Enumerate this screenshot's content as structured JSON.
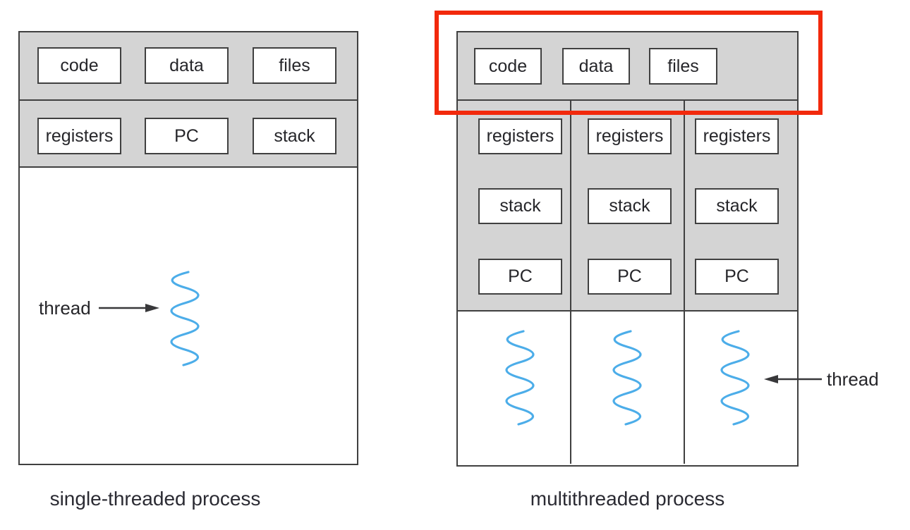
{
  "left_diagram": {
    "caption": "single-threaded process",
    "thread_label": "thread",
    "top_row": [
      "code",
      "data",
      "files"
    ],
    "state_row": [
      "registers",
      "PC",
      "stack"
    ]
  },
  "right_diagram": {
    "caption": "multithreaded process",
    "thread_label": "thread",
    "top_row": [
      "code",
      "data",
      "files"
    ],
    "columns": [
      {
        "rows": [
          "registers",
          "stack",
          "PC"
        ]
      },
      {
        "rows": [
          "registers",
          "stack",
          "PC"
        ]
      },
      {
        "rows": [
          "registers",
          "stack",
          "PC"
        ]
      }
    ]
  },
  "colors": {
    "process_fill_gray": "#d4d4d4",
    "outline": "#404040",
    "thread_blue": "#4cade9",
    "highlight_red": "#f2290c",
    "text": "#26262a"
  }
}
